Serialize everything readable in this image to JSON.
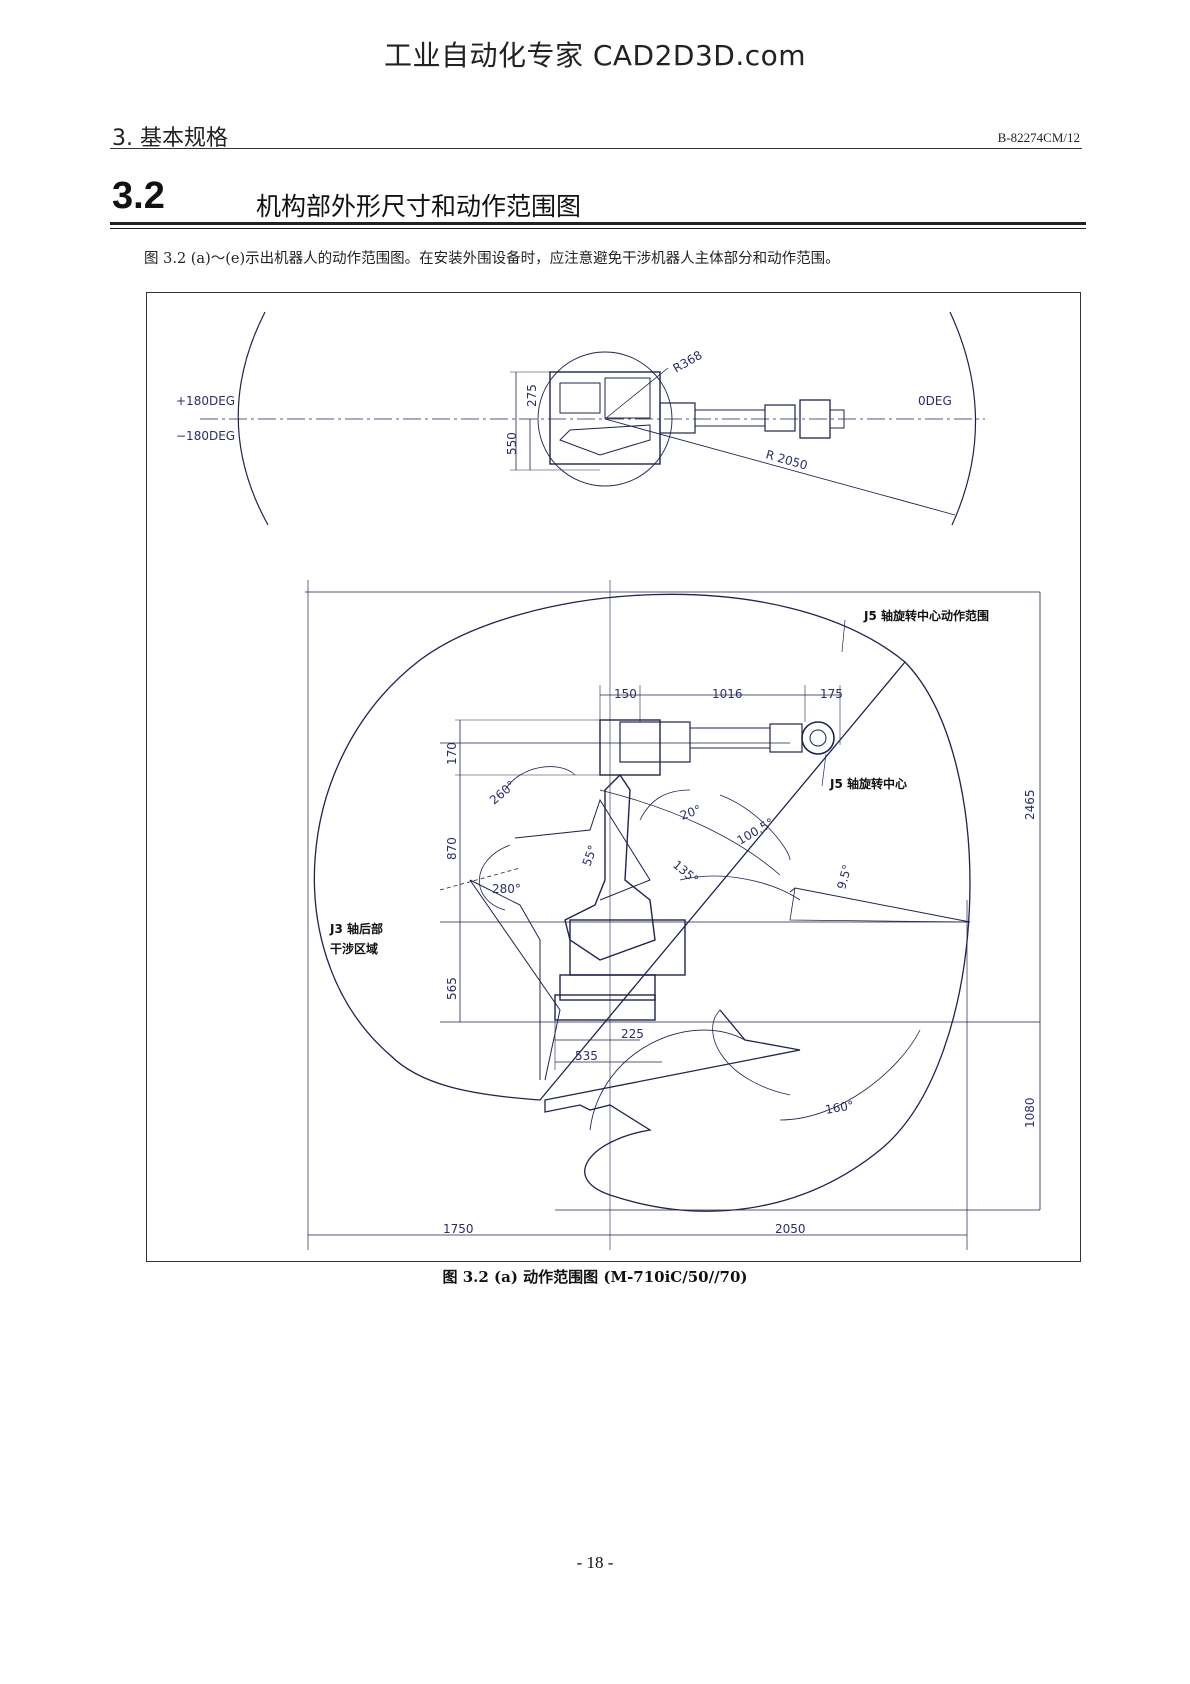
{
  "watermark": "工业自动化专家 CAD2D3D.com",
  "header": {
    "chapter": "3. 基本规格",
    "doc_code": "B-82274CM/12"
  },
  "section": {
    "number": "3.2",
    "title": "机构部外形尺寸和动作范围图"
  },
  "intro_text": "图 3.2 (a)～(e)示出机器人的动作范围图。在安装外围设备时，应注意避免干涉机器人主体部分和动作范围。",
  "figure": {
    "top_view": {
      "label_plus180": "+180DEG",
      "label_minus180": "−180DEG",
      "label_0deg": "0DEG",
      "dim_r368": "R368",
      "dim_r2050": "R 2050",
      "dim_275": "275",
      "dim_550": "550"
    },
    "side_view": {
      "note_j5_range": "J5 轴旋转中心动作范围",
      "note_j5_center": "J5 轴旋转中心",
      "note_j3_line1": "J3 轴后部",
      "note_j3_line2": "干涉区域",
      "dims": {
        "d150": "150",
        "d1016": "1016",
        "d175": "175",
        "d170": "170",
        "d870": "870",
        "d565": "565",
        "d2465": "2465",
        "d1080": "1080",
        "d225": "225",
        "d535": "535",
        "d1750": "1750",
        "d2050": "2050"
      },
      "angles": {
        "a260": "260°",
        "a280": "280°",
        "a55": "55°",
        "a20": "20°",
        "a100_5": "100.5°",
        "a135": "135°",
        "a9_5": "9.5°",
        "a160": "160°"
      }
    }
  },
  "caption": "图 3.2 (a) 动作范围图 (M-710iC/50//70)",
  "page_number": "- 18 -"
}
